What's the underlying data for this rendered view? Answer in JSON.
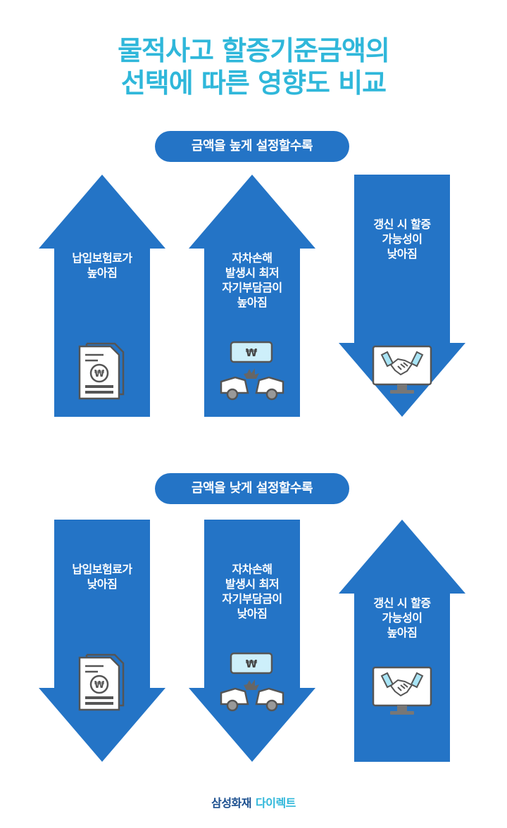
{
  "title": {
    "line1": "물적사고 할증기준금액의",
    "line2": "선택에 따른 영향도 비교"
  },
  "sections": [
    {
      "header": "금액을 높게 설정할수록",
      "cards": [
        {
          "lines": [
            "납입보험료가",
            "높아짐"
          ],
          "direction": "up",
          "icon": "receipt-won-icon"
        },
        {
          "lines": [
            "자차손해",
            "발생시 최저",
            "자기부담금이",
            "높아짐"
          ],
          "direction": "up",
          "icon": "car-crash-won-icon"
        },
        {
          "lines": [
            "갱신 시 할증",
            "가능성이",
            "낮아짐"
          ],
          "direction": "down",
          "icon": "monitor-handshake-icon"
        }
      ]
    },
    {
      "header": "금액을 낮게 설정할수록",
      "cards": [
        {
          "lines": [
            "납입보험료가",
            "낮아짐"
          ],
          "direction": "down",
          "icon": "receipt-won-icon"
        },
        {
          "lines": [
            "자차손해",
            "발생시 최저",
            "자기부담금이",
            "낮아짐"
          ],
          "direction": "down",
          "icon": "car-crash-won-icon"
        },
        {
          "lines": [
            "갱신 시 할증",
            "가능성이",
            "높아짐"
          ],
          "direction": "up",
          "icon": "monitor-handshake-icon"
        }
      ]
    }
  ],
  "footer": {
    "brand_primary": "삼성화재",
    "brand_secondary": "다이렉트"
  },
  "colors": {
    "title": "#2fb7da",
    "arrow": "#2474c6",
    "pill": "#2474c6",
    "footer_primary": "#1b4f8f",
    "footer_secondary": "#2fb7da"
  }
}
